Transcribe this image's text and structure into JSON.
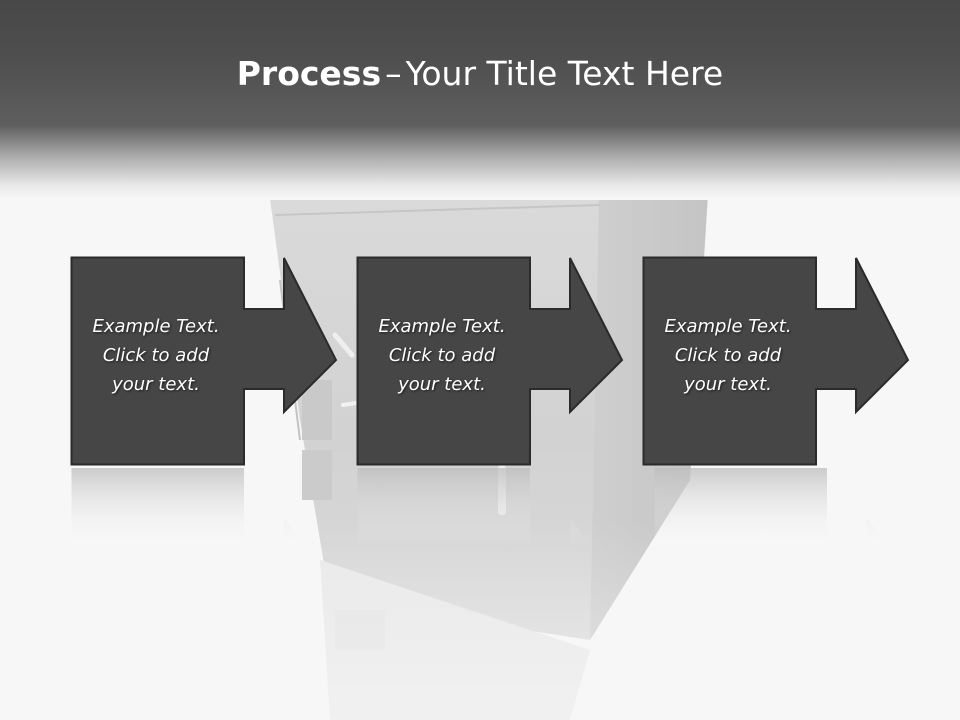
{
  "slide": {
    "title_bold": "Process",
    "title_dash": "–",
    "title_rest": "Your Title Text Here"
  },
  "steps": [
    {
      "line1": "Example Text.",
      "line2": "Click  to add",
      "line3": "your text."
    },
    {
      "line1": "Example Text.",
      "line2": "Click  to add",
      "line3": "your text."
    },
    {
      "line1": "Example Text.",
      "line2": "Click  to add",
      "line3": "your text."
    }
  ],
  "colors": {
    "box_fill": "#464646",
    "box_stroke": "#2b2b2b",
    "title_band": "#4a4a4a",
    "text": "#ffffff"
  }
}
